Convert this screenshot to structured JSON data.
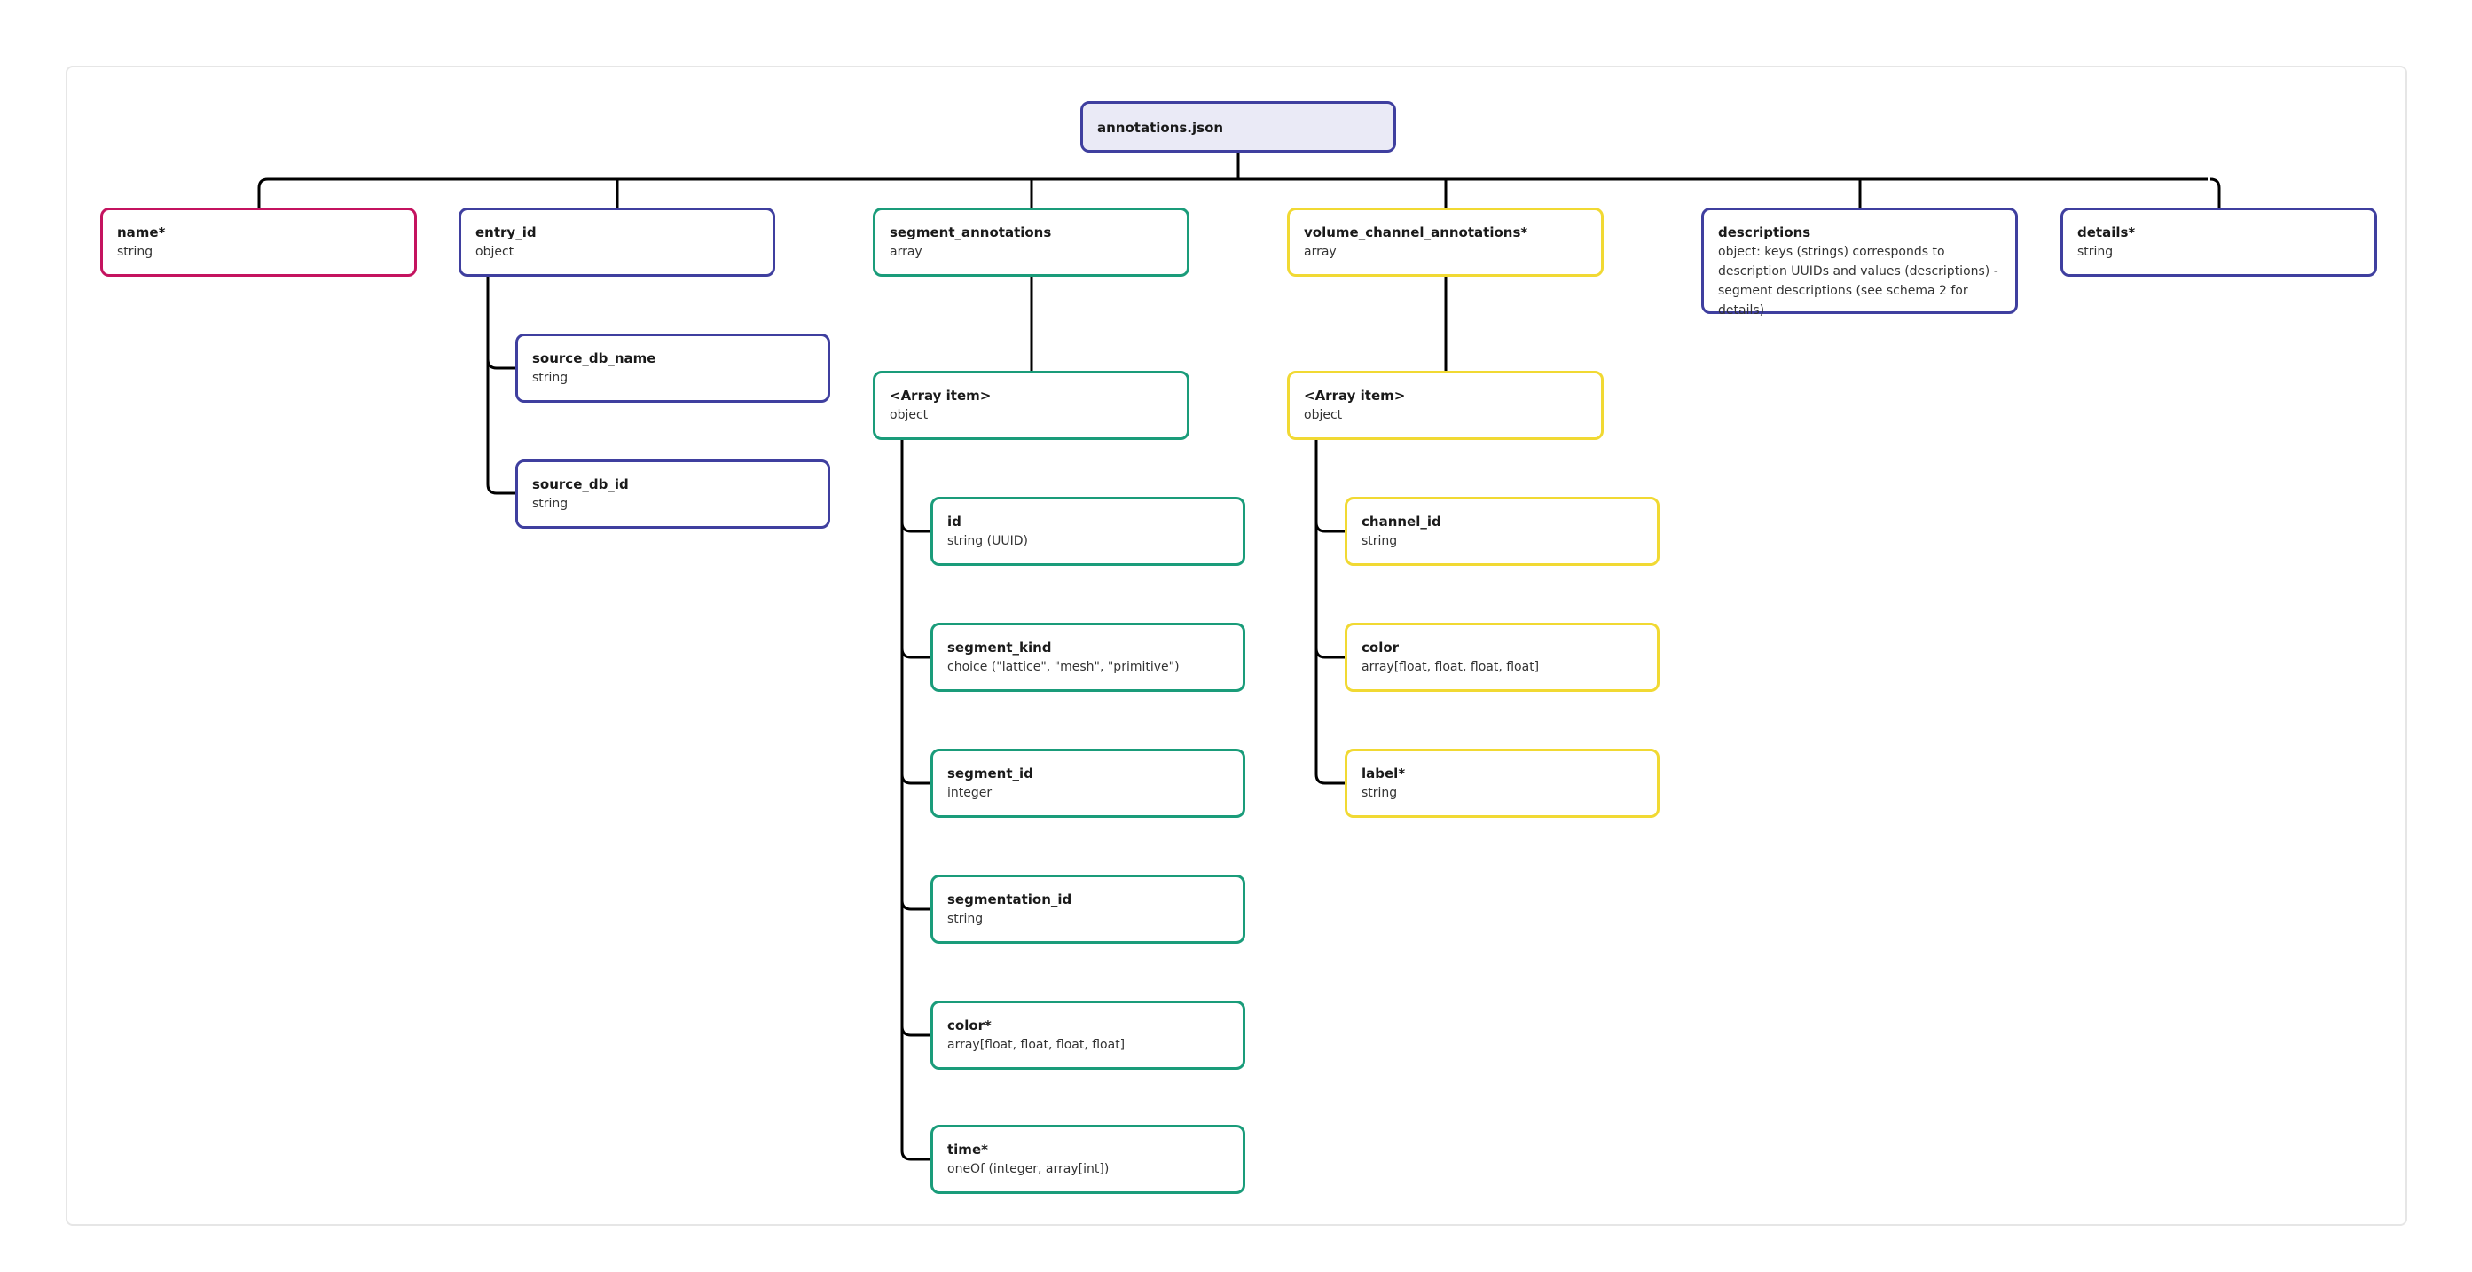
{
  "diagram": {
    "colors": {
      "root_fill": "#eaeaf6",
      "navy": "#3f3f9f",
      "red": "#c4135f",
      "green": "#1a9c7a",
      "yellow": "#f1d933",
      "connector": "#000000"
    },
    "root": {
      "name": "annotations.json"
    },
    "name": {
      "name": "name*",
      "type": "string"
    },
    "entry_id": {
      "name": "entry_id",
      "type": "object"
    },
    "source_db_name": {
      "name": "source_db_name",
      "type": "string"
    },
    "source_db_id": {
      "name": "source_db_id",
      "type": "string"
    },
    "segment_annotations": {
      "name": "segment_annotations",
      "type": "array"
    },
    "seg_array_item": {
      "name": "<Array item>",
      "type": "object"
    },
    "seg_id": {
      "name": "id",
      "type": "string (UUID)"
    },
    "segment_kind": {
      "name": "segment_kind",
      "type": "choice (\"lattice\", \"mesh\", \"primitive\")"
    },
    "segment_id": {
      "name": "segment_id",
      "type": "integer"
    },
    "segmentation_id": {
      "name": "segmentation_id",
      "type": "string"
    },
    "seg_color": {
      "name": "color*",
      "type": "array[float, float, float, float]"
    },
    "seg_time": {
      "name": "time*",
      "type": "oneOf (integer, array[int])"
    },
    "volume_channel_annotations": {
      "name": "volume_channel_annotations*",
      "type": "array"
    },
    "vol_array_item": {
      "name": "<Array item>",
      "type": "object"
    },
    "channel_id": {
      "name": "channel_id",
      "type": "string"
    },
    "vol_color": {
      "name": "color",
      "type": "array[float, float, float, float]"
    },
    "vol_label": {
      "name": "label*",
      "type": "string"
    },
    "descriptions": {
      "name": "descriptions",
      "type": "object: keys (strings) corresponds to description UUIDs and values (descriptions) - segment descriptions (see schema 2 for details)"
    },
    "details": {
      "name": "details*",
      "type": "string"
    }
  }
}
